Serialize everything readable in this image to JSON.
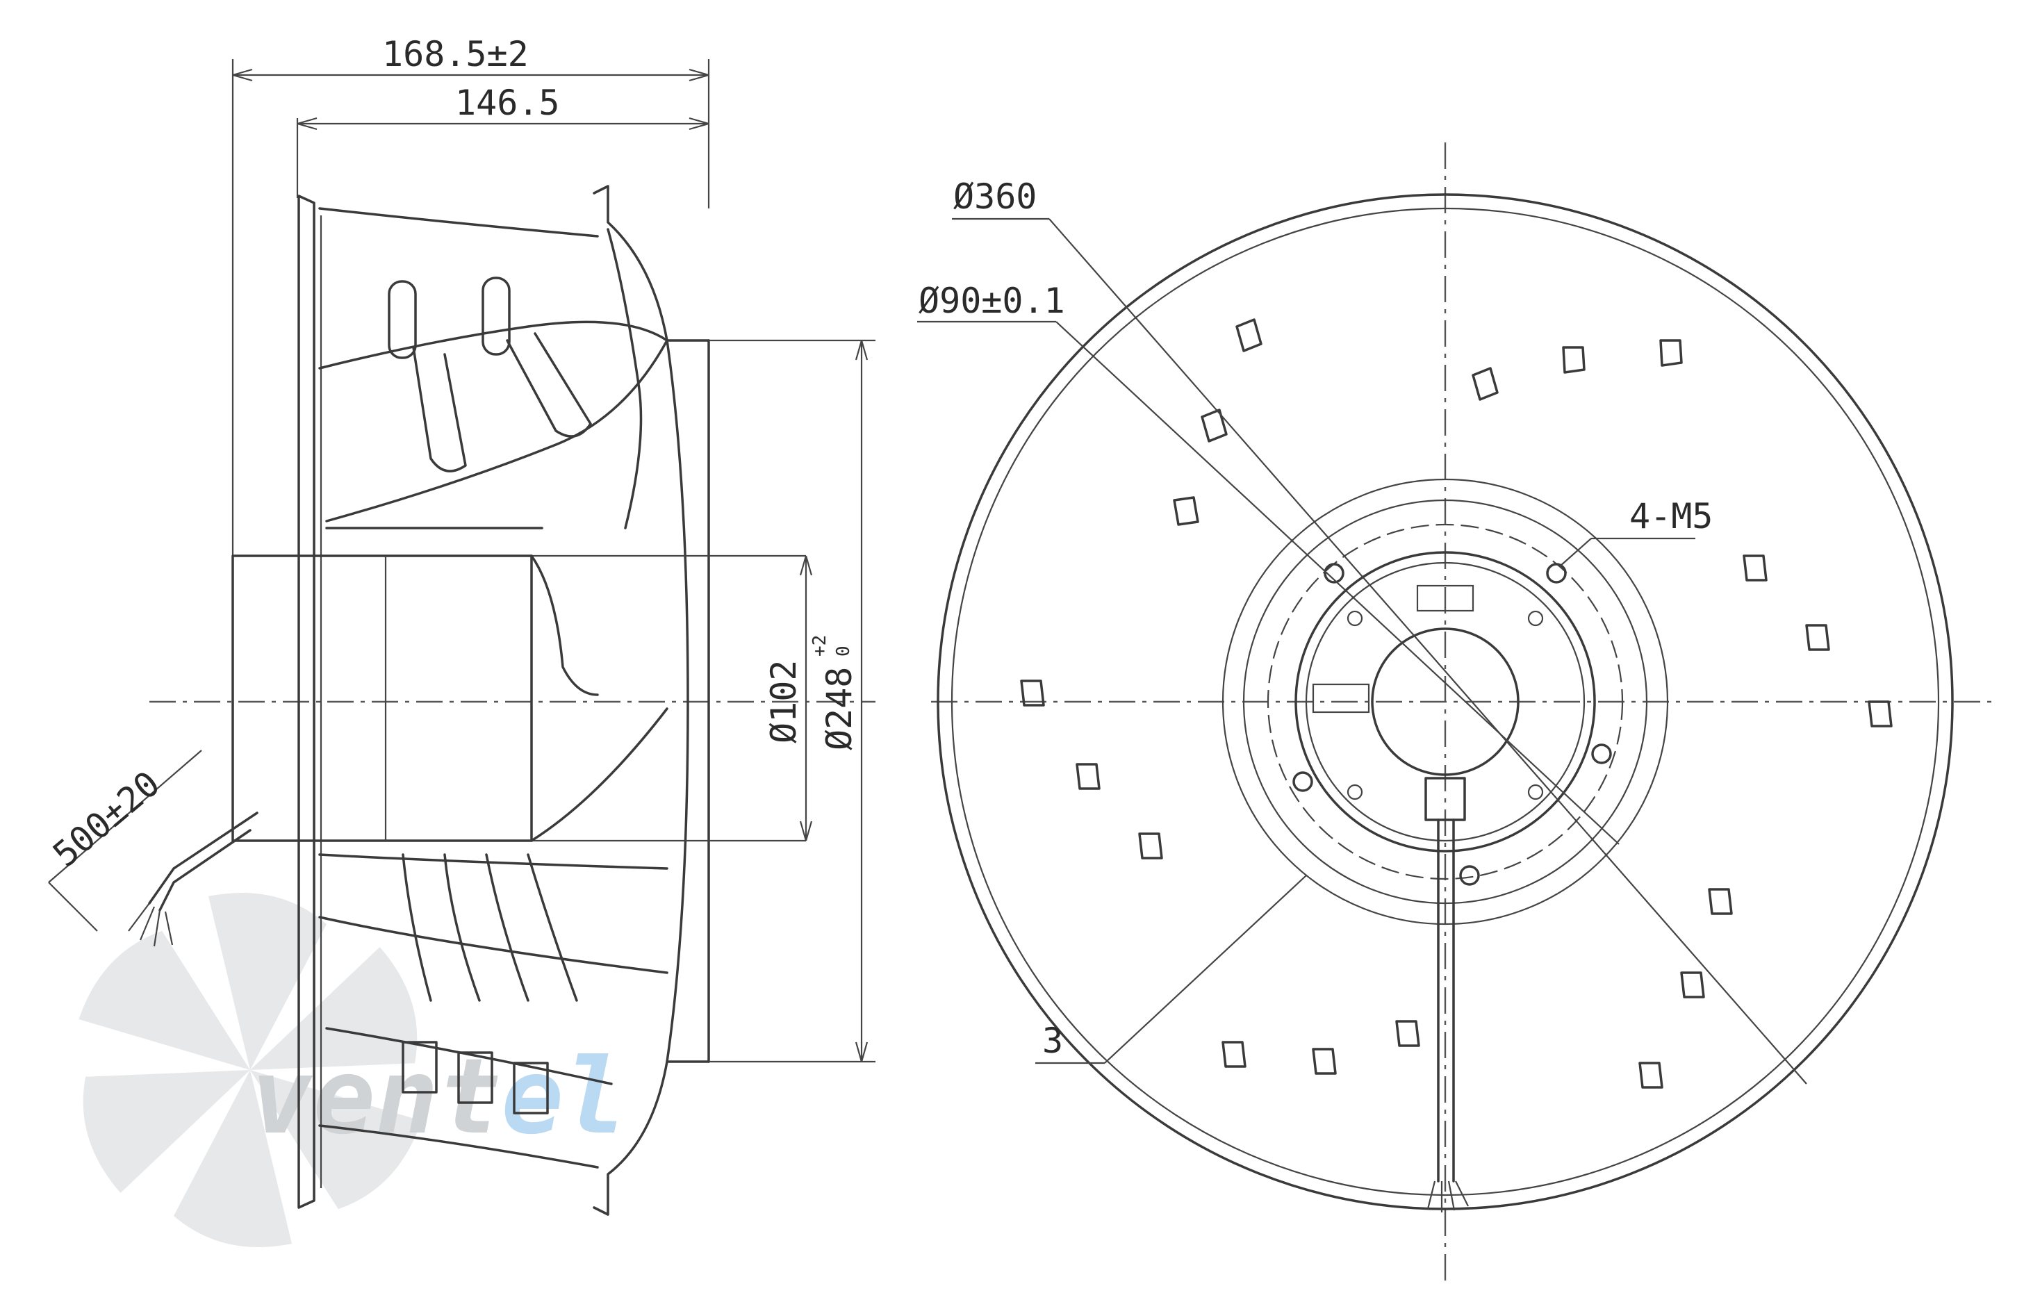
{
  "drawing": {
    "side_view": {
      "overall_length": "168.5±2",
      "impeller_length": "146.5",
      "cable_length": "500±20",
      "hub_diameter": "Ø102",
      "inlet_diameter_base": "Ø248",
      "inlet_diameter_upper_tol": "+2",
      "inlet_diameter_lower_tol": "0"
    },
    "front_view": {
      "outer_diameter": "Ø360",
      "bolt_circle": "Ø90±0.1",
      "mounting_threads": "4-M5",
      "callout_3": "3"
    },
    "watermark": {
      "text_grey": "vent",
      "text_blue": "el",
      "grey_color": "#cfd3d6",
      "blue_color": "#b9daf2"
    }
  }
}
